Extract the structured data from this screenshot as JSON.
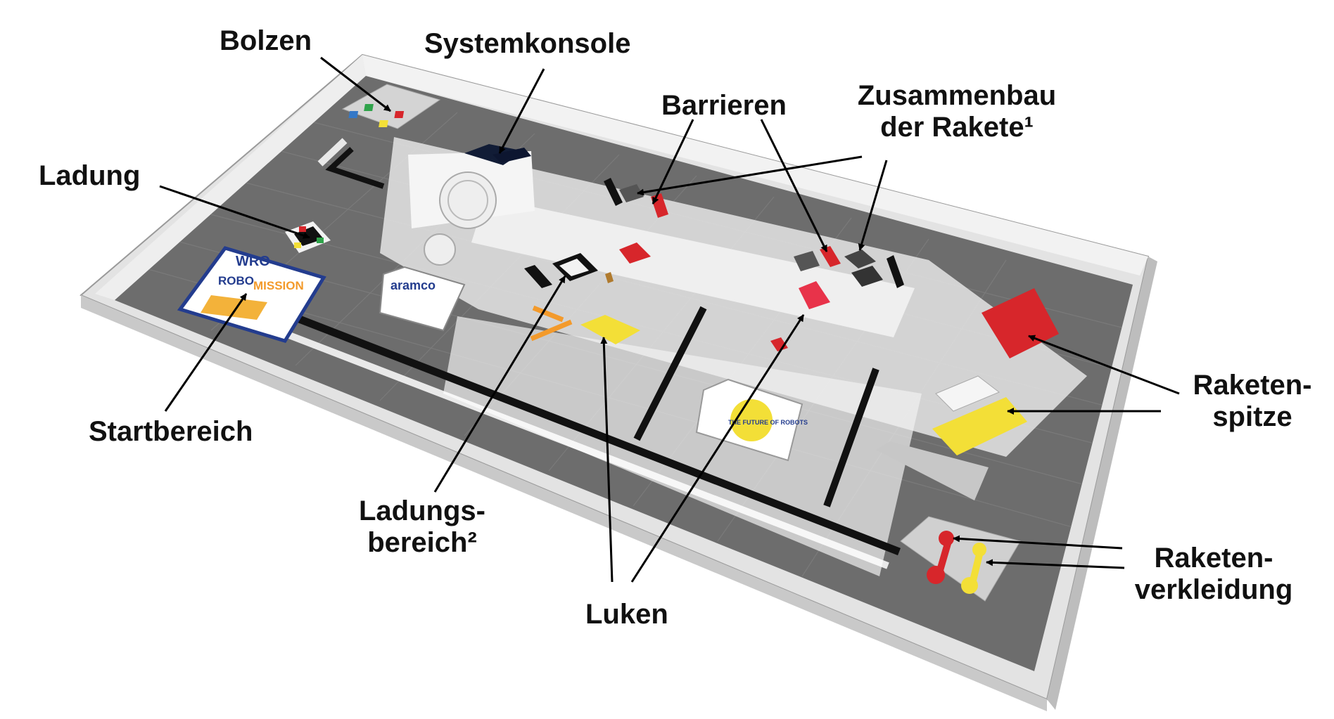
{
  "labels": {
    "bolzen": "Bolzen",
    "systemkonsole": "Systemkonsole",
    "barrieren": "Barrieren",
    "zusammenbau_line1": "Zusammenbau",
    "zusammenbau_line2": "der Rakete¹",
    "ladung": "Ladung",
    "startbereich": "Startbereich",
    "raketenspitze_line1": "Raketen-",
    "raketenspitze_line2": "spitze",
    "ladungsbereich_line1": "Ladungs-",
    "ladungsbereich_line2": "bereich²",
    "luken": "Luken",
    "raketenverkleidung_line1": "Raketen-",
    "raketenverkleidung_line2": "verkleidung"
  },
  "board_text": {
    "wro_logo": "WRO",
    "robo": "ROBO",
    "mission": "MISSION",
    "aramco": "aramco",
    "future_of_robots": "THE FUTURE OF ROBOTS"
  },
  "colors": {
    "mat": "#6d6d6d",
    "mat_light": "#dcdcdc",
    "wall": "#d9d9d9",
    "red": "#d7262b",
    "yellow": "#f3df37",
    "orange": "#f39a2b",
    "blue": "#233c8e",
    "line": "#111111"
  }
}
